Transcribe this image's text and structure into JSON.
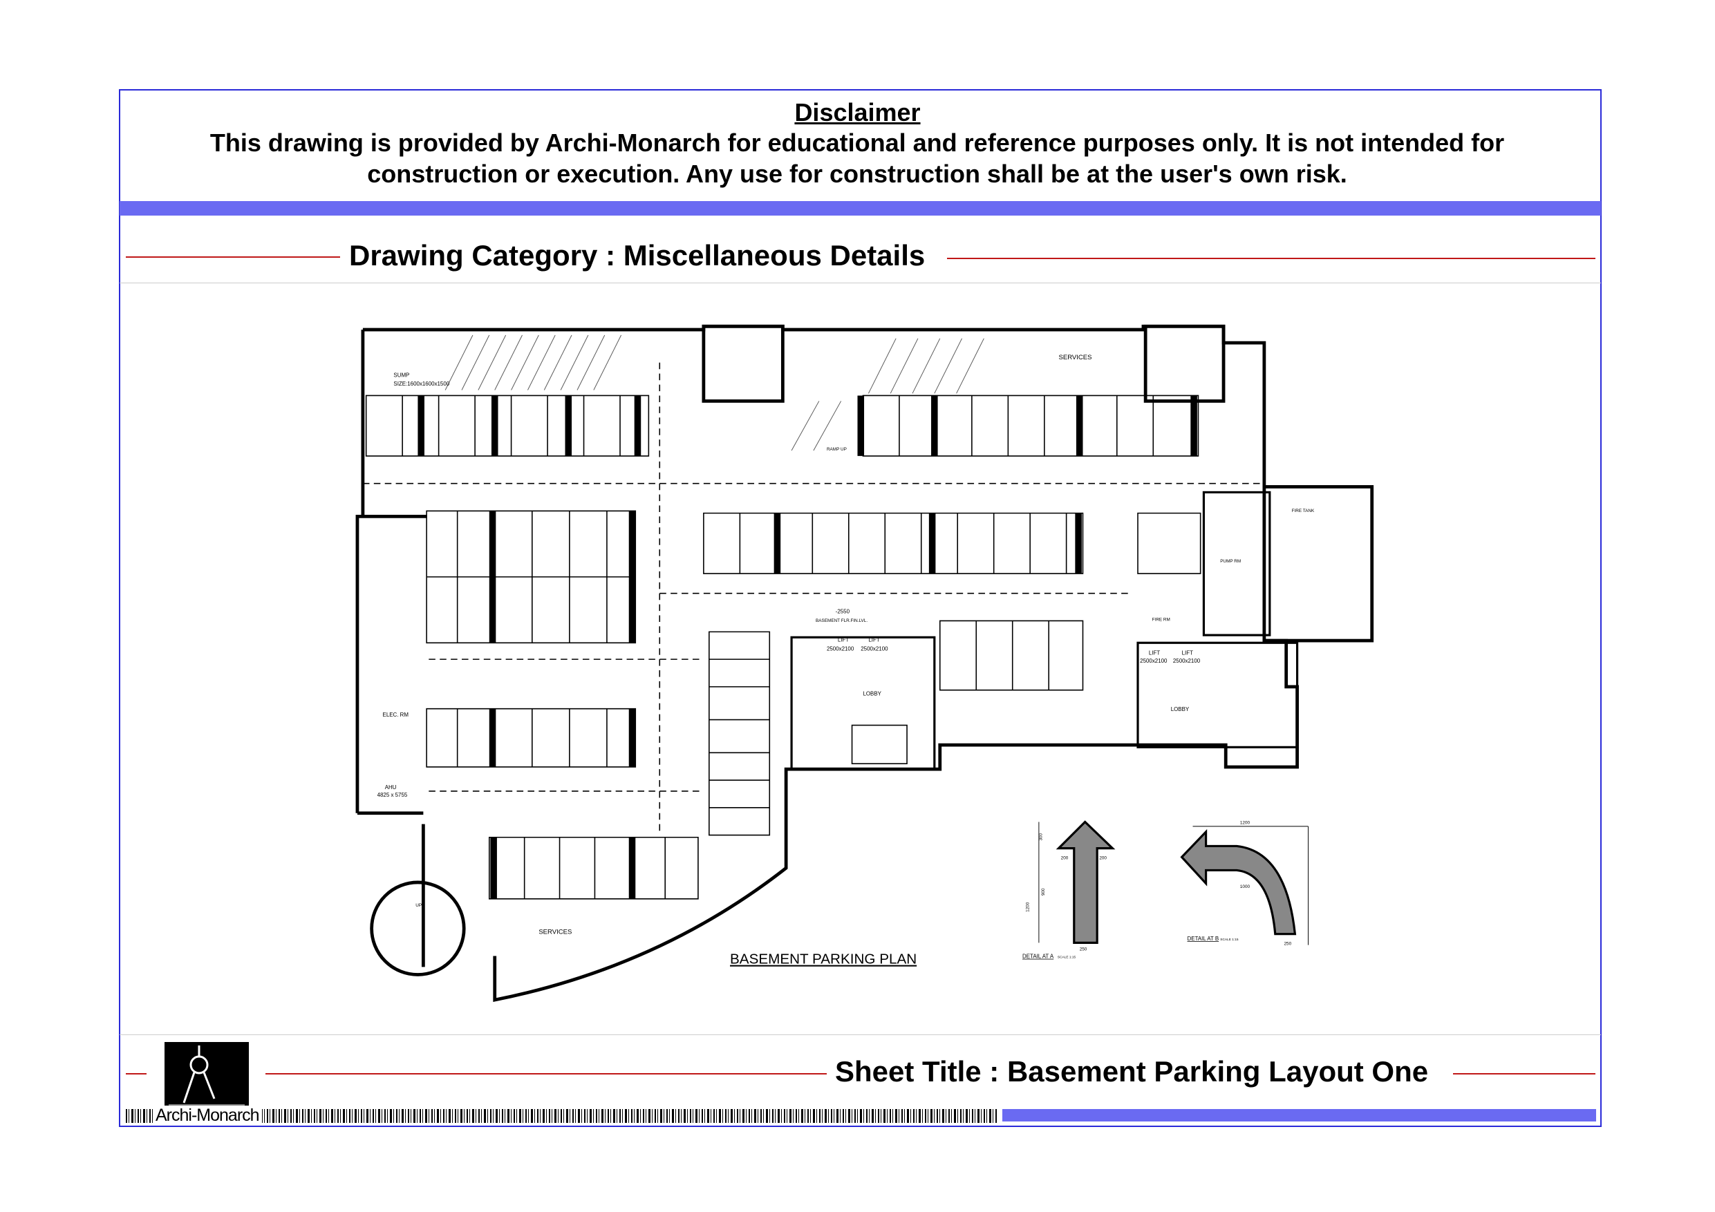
{
  "disclaimer": {
    "title": "Disclaimer",
    "text": "This drawing is provided by Archi-Monarch for educational and reference purposes only. It is not intended for construction or execution. Any use for construction shall be at the user's own risk."
  },
  "category": "Drawing Category : Miscellaneous Details",
  "plan": {
    "title": "BASEMENT PARKING PLAN",
    "labels": {
      "services": "SERVICES",
      "sump": "SUMP",
      "sump_size": "SIZE:1600x1600x1500",
      "lobby": "LOBBY",
      "lift": "LIFT",
      "lift_size": "2500x2100",
      "elec_rm": "ELEC. RM",
      "ahu": "AHU",
      "ahu_size": "4825 x 5755",
      "pump_rm": "PUMP RM",
      "fire_tank": "FIRE TANK",
      "fire_rm": "FIRE RM",
      "level": "-2550",
      "level_note": "BASEMENT FLR.FIN.LVL.",
      "up": "UP",
      "ramp": "RAMP UP"
    },
    "detail_a": {
      "title": "DETAIL AT A",
      "scale": "SCALE 1:15",
      "dims": [
        "1200",
        "900",
        "300",
        "200",
        "200",
        "250"
      ]
    },
    "detail_b": {
      "title": "DETAIL AT B",
      "scale": "SCALE 1:15",
      "dims": [
        "1200",
        "1000",
        "250"
      ]
    }
  },
  "footer": {
    "sheet_title": "Sheet Title : Basement Parking Layout One",
    "brand": "Archi-Monarch"
  },
  "colors": {
    "frame": "#2a2ad8",
    "band": "#6a6af2",
    "rule": "#c01818"
  }
}
